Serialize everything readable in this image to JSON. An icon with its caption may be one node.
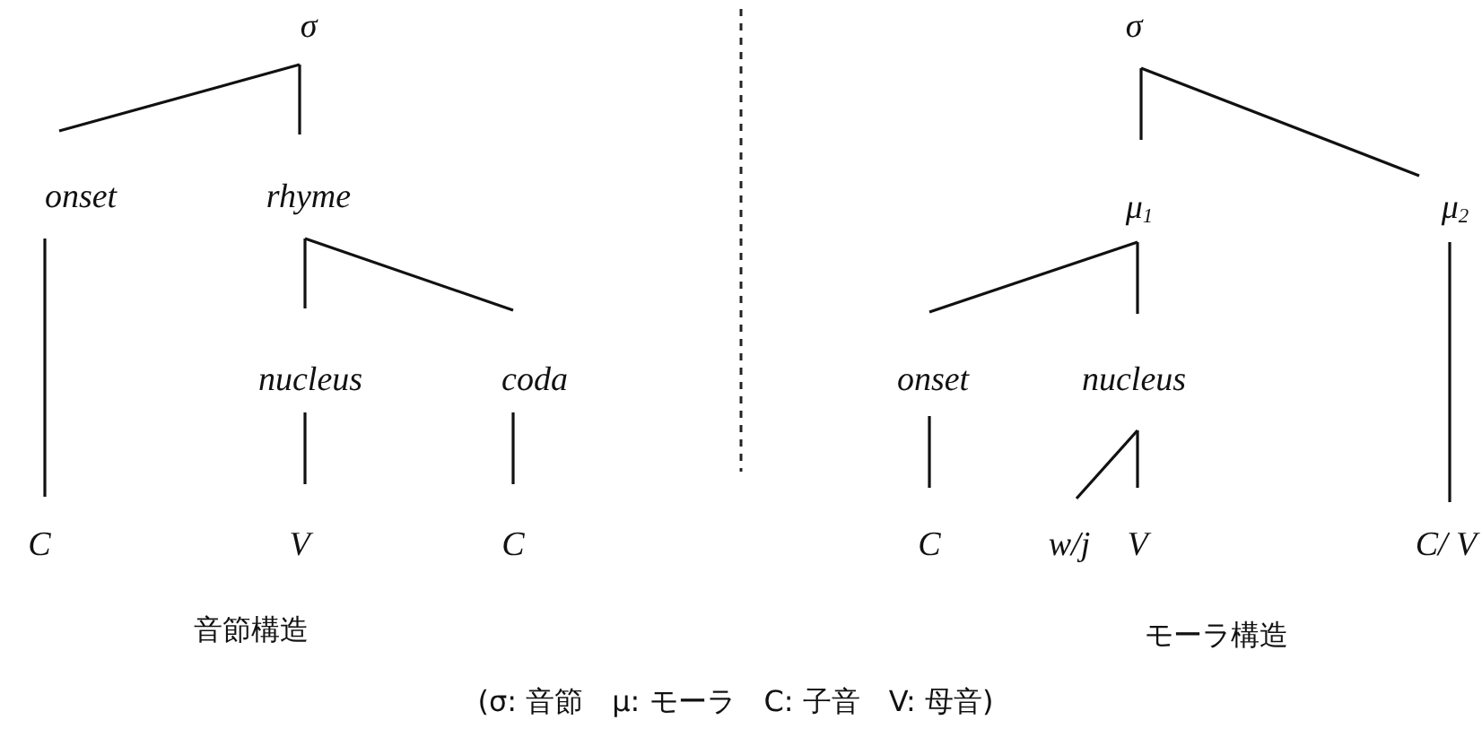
{
  "diagram": {
    "nodes": [
      {
        "text": [
          "σ"
        ]
      },
      {
        "text": [
          "onset"
        ]
      },
      {
        "text": [
          "rhyme"
        ]
      },
      {
        "text": [
          "nucleus"
        ]
      },
      {
        "text": [
          "coda"
        ]
      },
      {
        "text": [
          "C"
        ]
      },
      {
        "text": [
          "V"
        ]
      },
      {
        "text": [
          "C"
        ]
      },
      {
        "text": [
          "σ"
        ]
      },
      {
        "text": [
          "μ$_{1}$"
        ]
      },
      {
        "text": [
          "μ$_{2}$"
        ]
      },
      {
        "text": [
          "onset"
        ]
      },
      {
        "text": [
          "nucleus"
        ]
      },
      {
        "text": [
          "C"
        ]
      },
      {
        "text": [
          "w/j"
        ]
      },
      {
        "text": [
          "V"
        ]
      },
      {
        "text": [
          "C/ V"
        ]
      }
    ],
    "edges": [
      {
        "from": 0,
        "to": 1,
        "arrow": "none"
      },
      {
        "from": 0,
        "to": 2,
        "arrow": "none"
      },
      {
        "from": 1,
        "to": 5,
        "arrow": "none"
      },
      {
        "from": 2,
        "to": 3,
        "arrow": "none"
      },
      {
        "from": 2,
        "to": 4,
        "arrow": "none"
      },
      {
        "from": 3,
        "to": 6,
        "arrow": "none"
      },
      {
        "from": 4,
        "to": 7,
        "arrow": "none"
      },
      {
        "from": 8,
        "to": 9,
        "arrow": "none"
      },
      {
        "from": 8,
        "to": 10,
        "arrow": "none"
      },
      {
        "from": 9,
        "to": 11,
        "arrow": "none"
      },
      {
        "from": 9,
        "to": 12,
        "arrow": "none"
      },
      {
        "from": 11,
        "to": 13,
        "arrow": "none"
      },
      {
        "from": 12,
        "to": 14,
        "arrow": "none"
      },
      {
        "from": 12,
        "to": 15,
        "arrow": "none"
      },
      {
        "from": 10,
        "to": 16,
        "arrow": "none"
      }
    ],
    "labels": [
      "音節構造",
      "モーラ構造",
      "(σ: 音節　μ: モーラ　C: 子音　V: 母音)"
    ]
  }
}
